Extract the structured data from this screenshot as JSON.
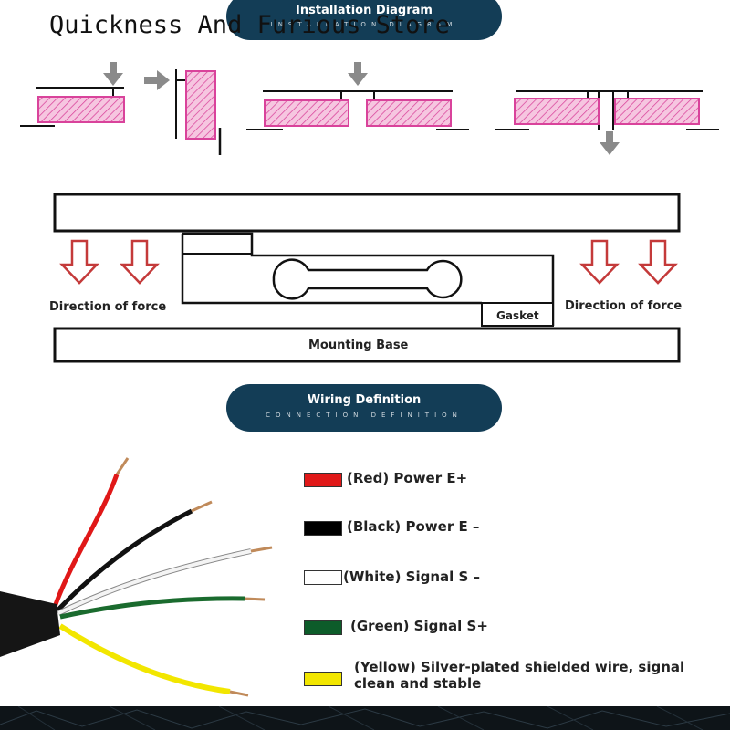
{
  "store_name": "Quickness And Furious Store",
  "installation": {
    "title": "Installation Diagram",
    "subtitle": "INSTALLATION DIAGRAM"
  },
  "force_diagram": {
    "direction_left": "Direction of force",
    "direction_right": "Direction of force",
    "gasket": "Gasket",
    "mounting_base": "Mounting Base"
  },
  "wiring": {
    "title": "Wiring Definition",
    "subtitle": "CONNECTION DEFINITION",
    "wires": [
      {
        "color": "#e01818",
        "label": "(Red) Power E+"
      },
      {
        "color": "#000000",
        "label": "(Black) Power E  –"
      },
      {
        "color": "#ffffff",
        "label": "(White) Signal S  –"
      },
      {
        "color": "#0d5c2a",
        "label": "(Green) Signal S+"
      },
      {
        "color": "#f2e600",
        "label": "(Yellow) Silver-plated shielded wire, signal clean and stable"
      }
    ]
  },
  "colors": {
    "pill": "#133d56",
    "sensor_pink": "#d9439b",
    "arrow_red": "#c43a3a",
    "arrow_gray": "#7a7a7a"
  }
}
